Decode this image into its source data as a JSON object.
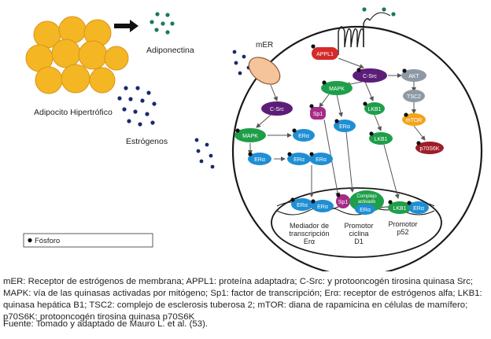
{
  "labels": {
    "adiponectina": "Adiponectina",
    "adipocito": "Adipocito Hipertrófico",
    "estrogenos": "Estrógenos",
    "mer": "mER",
    "legend_fosforo": "Fósforo",
    "mediador_1": "Mediador de",
    "mediador_2": "transcripción",
    "mediador_3": "Erα",
    "promotor_ciclina_1": "Promotor",
    "promotor_ciclina_2": "ciclina",
    "promotor_ciclina_3": "D1",
    "promotor_p52_1": "Promotor",
    "promotor_p52_2": "p52"
  },
  "nodes": {
    "appl1": "APPL1",
    "csrc_top": "C-Src",
    "akt": "AKT",
    "mapk_top": "MAPK",
    "tsc2": "TSC2",
    "sp1_top": "Sp1",
    "lkb1_top": "LKB1",
    "mtor": "mTOR",
    "era_mid": "ERα",
    "lkb1_mid": "LKB1",
    "p70s6k": "p70S6K",
    "csrc_left": "C-Src",
    "mapk_left": "MAPK",
    "era_left": "ERα",
    "era_low_left": "ERα",
    "era_low_a": "ERα",
    "era_low_b": "ERα",
    "nuc_era_a": "ERα",
    "nuc_era_b": "ERα",
    "nuc_sp1": "Sp1",
    "complejo_1": "Complejo",
    "complejo_2": "activado",
    "nuc_era_complex": "ERα",
    "nuc_lkb1": "LKB1",
    "nuc_era_c": "ERα"
  },
  "colors": {
    "purple": "#5c1d78",
    "green": "#1f9e4a",
    "blue": "#1f8fd4",
    "red": "#d42a2a",
    "gray": "#8d9aa6",
    "orange": "#f2a51c",
    "dark_red": "#a01d2a",
    "magenta": "#a62b86",
    "navy": "#1a2a6b",
    "teal": "#1a7a5a",
    "adipocyte": "#f4b623",
    "mer": "#f5c49a"
  },
  "caption": {
    "definitions": "mER: Receptor de estrógenos de membrana; APPL1: proteína adaptadra; C-Src: y protooncogén tirosina quinasa Src; MAPK: vía de las quinasas activadas por mitógeno; Sp1: factor de transcripción; Erα: receptor de estrógenos alfa; LKB1: quinasa hepática B1; TSC2: complejo de esclerosis tuberosa 2; mTOR: diana de rapamicina en células de mamífero; p70S6K: protooncogén tirosina quinasa p70S6K",
    "source": "Fuente: Tomado y adaptado de Mauro L. et al. (53)."
  }
}
